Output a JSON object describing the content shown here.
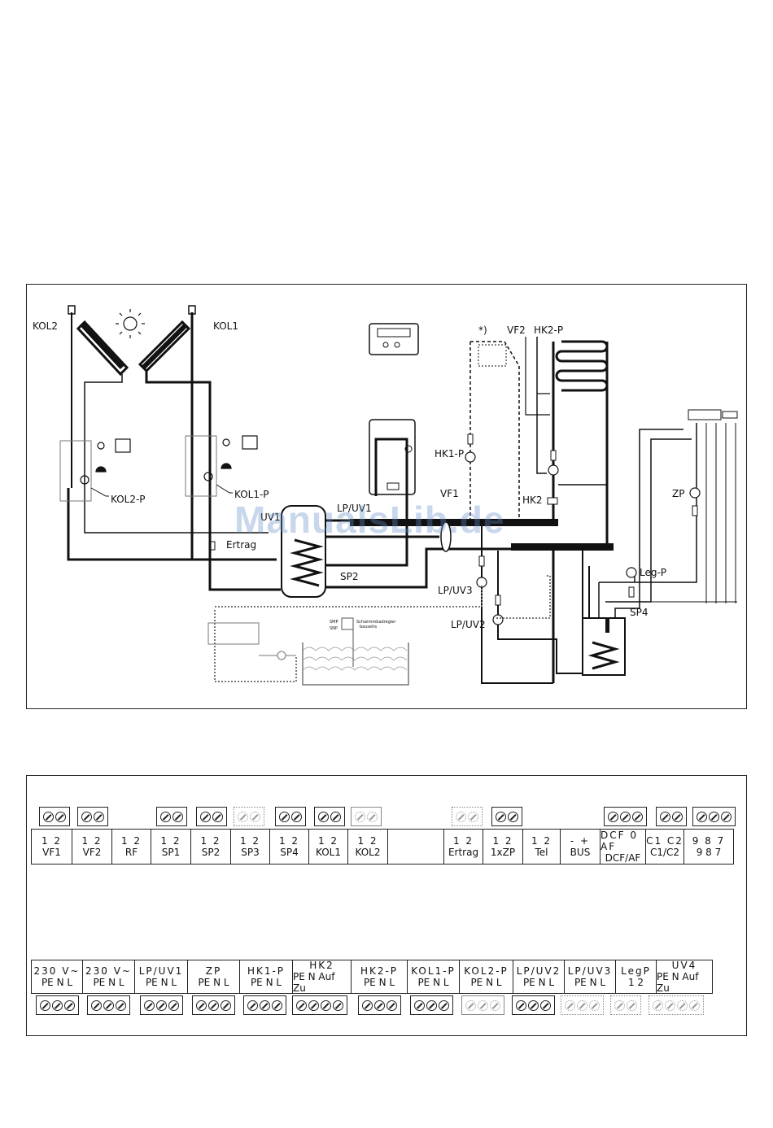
{
  "diagram": {
    "labels": {
      "kol2": "KOL2",
      "kol1": "KOL1",
      "kol2p": "KOL2-P",
      "kol1p": "KOL1-P",
      "ertrag": "Ertrag",
      "lpuv1": "LP/UV1",
      "uv1": "UV1",
      "sp2": "SP2",
      "hk1p": "HK1-P",
      "vf1": "VF1",
      "vf2": "VF2",
      "hk2p": "HK2-P",
      "hk2": "HK2",
      "star": "*)",
      "zp": "ZP",
      "legp": "Leg-P",
      "sp4": "SP4",
      "lpuv3": "LP/UV3",
      "lpuv2": "LP/UV2",
      "pool1": "Schwimmbadregler",
      "pool2": "bauseits",
      "smp": "SMP",
      "snp": "SNP"
    },
    "watermark": "ManualsLib.de"
  },
  "terminals_top": [
    {
      "l1": "1 2",
      "l2": "VF1",
      "screws": 2,
      "style": "solid"
    },
    {
      "l1": "1 2",
      "l2": "VF2",
      "screws": 2,
      "style": "solid"
    },
    {
      "l1": "1 2",
      "l2": "RF",
      "screws": 0,
      "style": "none"
    },
    {
      "l1": "1 2",
      "l2": "SP1",
      "screws": 2,
      "style": "solid"
    },
    {
      "l1": "1 2",
      "l2": "SP2",
      "screws": 2,
      "style": "solid"
    },
    {
      "l1": "1 2",
      "l2": "SP3",
      "screws": 2,
      "style": "dotted"
    },
    {
      "l1": "1 2",
      "l2": "SP4",
      "screws": 2,
      "style": "solid"
    },
    {
      "l1": "1 2",
      "l2": "KOL1",
      "screws": 2,
      "style": "solid"
    },
    {
      "l1": "1 2",
      "l2": "KOL2",
      "screws": 2,
      "style": "grey"
    },
    {
      "l1": "",
      "l2": "",
      "screws": 0,
      "style": "none"
    },
    {
      "l1": "1 2",
      "l2": "Ertrag",
      "screws": 2,
      "style": "dotted"
    },
    {
      "l1": "1 2",
      "l2": "1xZP",
      "screws": 2,
      "style": "solid"
    },
    {
      "l1": "1 2",
      "l2": "Tel",
      "screws": 0,
      "style": "none"
    },
    {
      "l1": "- +",
      "l2": "BUS",
      "screws": 0,
      "style": "none"
    },
    {
      "l1": "DCF 0 AF",
      "l2": "DCF/AF",
      "screws": 3,
      "style": "solid"
    },
    {
      "l1": "C1 C2",
      "l2": "C1/C2",
      "screws": 2,
      "style": "solid"
    },
    {
      "l1": "9 8 7",
      "l2": "9 8 7",
      "screws": 3,
      "style": "solid"
    }
  ],
  "terminals_bottom": [
    {
      "l1": "230 V~",
      "l2": "PE N L",
      "screws": 3,
      "style": "solid"
    },
    {
      "l1": "230 V~",
      "l2": "PE N L",
      "screws": 3,
      "style": "solid"
    },
    {
      "l1": "LP/UV1",
      "l2": "PE N L",
      "screws": 3,
      "style": "solid"
    },
    {
      "l1": "ZP",
      "l2": "PE N L",
      "screws": 3,
      "style": "solid"
    },
    {
      "l1": "HK1-P",
      "l2": "PE N L",
      "screws": 3,
      "style": "solid"
    },
    {
      "l1": "HK2",
      "l2": "PE N Auf Zu",
      "screws": 4,
      "style": "solid"
    },
    {
      "l1": "HK2-P",
      "l2": "PE N L",
      "screws": 3,
      "style": "solid"
    },
    {
      "l1": "KOL1-P",
      "l2": "PE N L",
      "screws": 3,
      "style": "solid"
    },
    {
      "l1": "KOL2-P",
      "l2": "PE N L",
      "screws": 3,
      "style": "grey"
    },
    {
      "l1": "LP/UV2",
      "l2": "PE N L",
      "screws": 3,
      "style": "solid"
    },
    {
      "l1": "LP/UV3",
      "l2": "PE N L",
      "screws": 3,
      "style": "dotted"
    },
    {
      "l1": "LegP",
      "l2": "1 2",
      "screws": 2,
      "style": "dotted"
    },
    {
      "l1": "UV4",
      "l2": "PE N Auf Zu",
      "screws": 4,
      "style": "dotted"
    }
  ]
}
